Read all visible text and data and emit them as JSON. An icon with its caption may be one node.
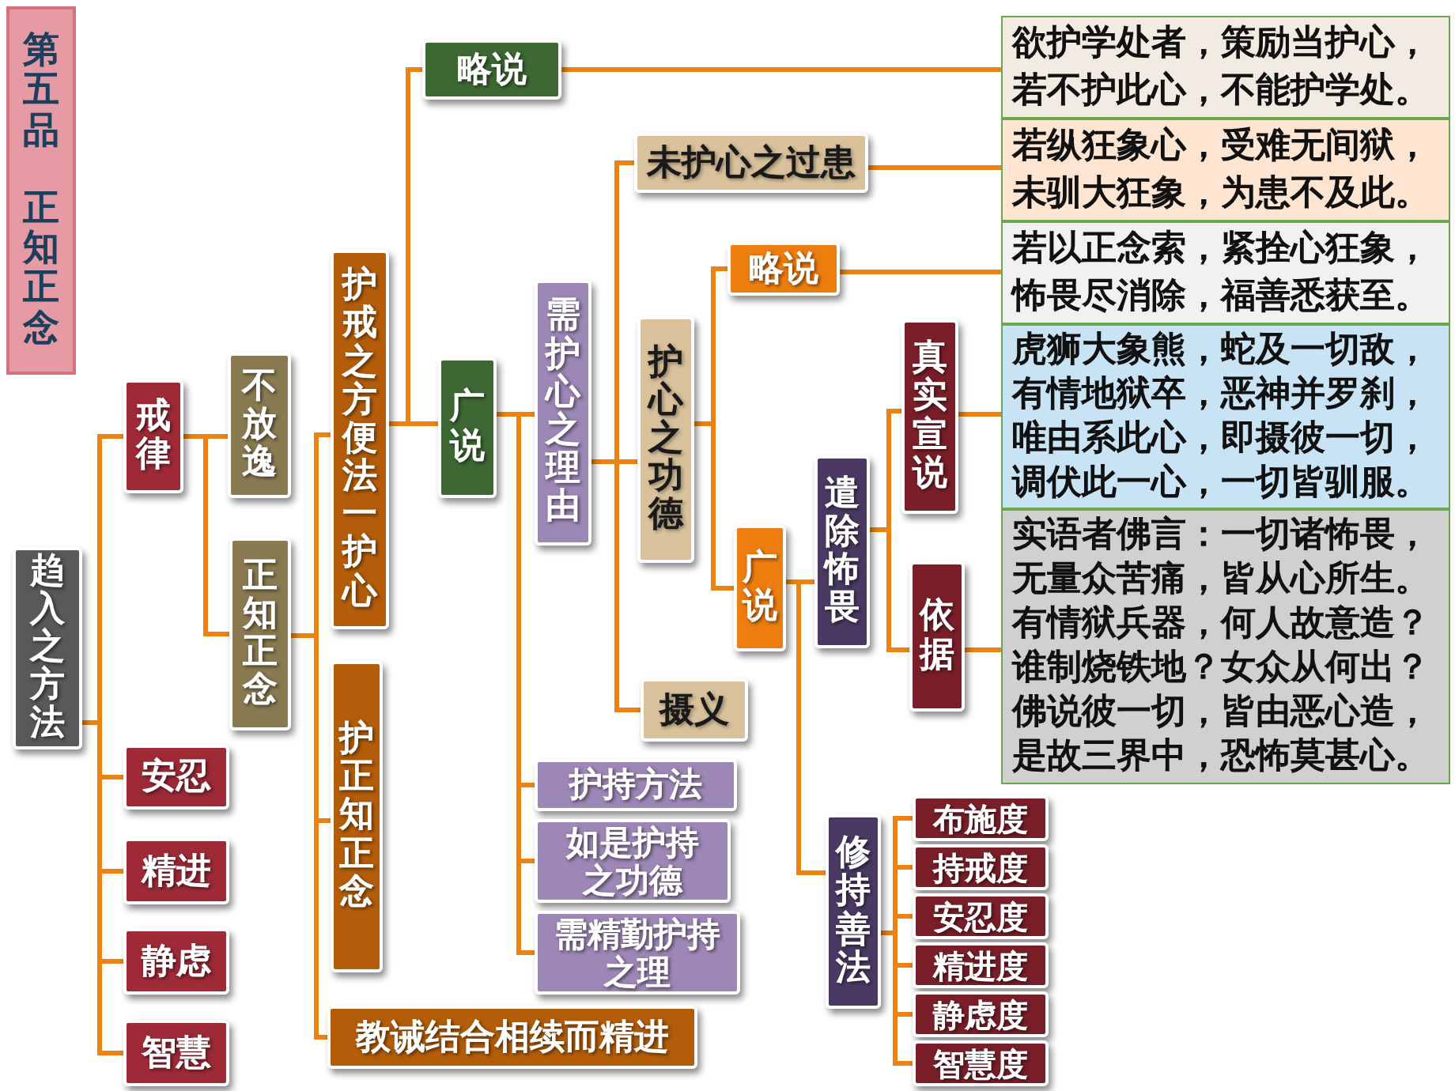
{
  "diagram": {
    "nodes": [
      {
        "text": [
          "第五品",
          "正知正念"
        ]
      },
      {
        "text": [
          "趋入之方法"
        ]
      },
      {
        "text": [
          "戒律"
        ]
      },
      {
        "text": [
          "不放逸"
        ]
      },
      {
        "text": [
          "正知正念"
        ]
      },
      {
        "text": [
          "护戒之方便法一护心"
        ]
      },
      {
        "text": [
          "略说"
        ]
      },
      {
        "text": [
          "欲护学处者，策励当护心，若不护此心，不能护学处。"
        ]
      },
      {
        "text": [
          "广说"
        ]
      },
      {
        "text": [
          "需护心之理由"
        ]
      },
      {
        "text": [
          "未护心之过患"
        ]
      },
      {
        "text": [
          "若纵狂象心，受难无间狱，未驯大狂象，为患不及此。"
        ]
      },
      {
        "text": [
          "护心之功德"
        ]
      },
      {
        "text": [
          "略说"
        ]
      },
      {
        "text": [
          "若以正念索，紧拴心狂象，怖畏尽消除，福善悉获至。"
        ]
      },
      {
        "text": [
          "广说"
        ]
      },
      {
        "text": [
          "遣除怖畏"
        ]
      },
      {
        "text": [
          "真实宣说"
        ]
      },
      {
        "text": [
          "虎狮大象熊，蛇及一切敌，有情地狱卒，恶神并罗刹，唯由系此心，即摄彼一切，调伏此一心，一切皆驯服。"
        ]
      },
      {
        "text": [
          "依据"
        ]
      },
      {
        "text": [
          "实语者佛言：一切诸怖畏，无量众苦痛，皆从心所生。有情狱兵器，何人故意造？谁制烧铁地？女众从何出？佛说彼一切，皆由恶心造，是故三界中，恐怖莫甚心。"
        ]
      },
      {
        "text": [
          "修持善法"
        ]
      },
      {
        "text": [
          "布施度"
        ]
      },
      {
        "text": [
          "持戒度"
        ]
      },
      {
        "text": [
          "安忍度"
        ]
      },
      {
        "text": [
          "精进度"
        ]
      },
      {
        "text": [
          "静虑度"
        ]
      },
      {
        "text": [
          "智慧度"
        ]
      },
      {
        "text": [
          "摄义"
        ]
      },
      {
        "text": [
          "护持方法"
        ]
      },
      {
        "text": [
          "如是护持之功德"
        ]
      },
      {
        "text": [
          "需精勤护持之理"
        ]
      },
      {
        "text": [
          "护正知正念"
        ]
      },
      {
        "text": [
          "教诫结合相续而精进"
        ]
      },
      {
        "text": [
          "安忍"
        ]
      },
      {
        "text": [
          "精进"
        ]
      },
      {
        "text": [
          "静虑"
        ]
      },
      {
        "text": [
          "智慧"
        ]
      }
    ],
    "edges": [
      {
        "from": 1,
        "to": 2,
        "arrow": "none"
      },
      {
        "from": 2,
        "to": 3,
        "arrow": "none"
      },
      {
        "from": 2,
        "to": 4,
        "arrow": "none"
      },
      {
        "from": 4,
        "to": 5,
        "arrow": "none"
      },
      {
        "from": 5,
        "to": 6,
        "arrow": "none"
      },
      {
        "from": 6,
        "to": 7,
        "arrow": "none"
      },
      {
        "from": 5,
        "to": 8,
        "arrow": "none"
      },
      {
        "from": 8,
        "to": 9,
        "arrow": "none"
      },
      {
        "from": 9,
        "to": 10,
        "arrow": "none"
      },
      {
        "from": 10,
        "to": 11,
        "arrow": "none"
      },
      {
        "from": 9,
        "to": 12,
        "arrow": "none"
      },
      {
        "from": 12,
        "to": 13,
        "arrow": "none"
      },
      {
        "from": 13,
        "to": 14,
        "arrow": "none"
      },
      {
        "from": 12,
        "to": 15,
        "arrow": "none"
      },
      {
        "from": 15,
        "to": 16,
        "arrow": "none"
      },
      {
        "from": 16,
        "to": 17,
        "arrow": "none"
      },
      {
        "from": 17,
        "to": 18,
        "arrow": "none"
      },
      {
        "from": 16,
        "to": 19,
        "arrow": "none"
      },
      {
        "from": 19,
        "to": 20,
        "arrow": "none"
      },
      {
        "from": 15,
        "to": 21,
        "arrow": "none"
      },
      {
        "from": 21,
        "to": 22,
        "arrow": "none"
      },
      {
        "from": 21,
        "to": 23,
        "arrow": "none"
      },
      {
        "from": 21,
        "to": 24,
        "arrow": "none"
      },
      {
        "from": 21,
        "to": 25,
        "arrow": "none"
      },
      {
        "from": 21,
        "to": 26,
        "arrow": "none"
      },
      {
        "from": 21,
        "to": 27,
        "arrow": "none"
      },
      {
        "from": 9,
        "to": 28,
        "arrow": "none"
      },
      {
        "from": 8,
        "to": 29,
        "arrow": "none"
      },
      {
        "from": 8,
        "to": 30,
        "arrow": "none"
      },
      {
        "from": 8,
        "to": 31,
        "arrow": "none"
      },
      {
        "from": 4,
        "to": 32,
        "arrow": "none"
      },
      {
        "from": 4,
        "to": 33,
        "arrow": "none"
      },
      {
        "from": 1,
        "to": 34,
        "arrow": "none"
      },
      {
        "from": 1,
        "to": 35,
        "arrow": "none"
      },
      {
        "from": 1,
        "to": 36,
        "arrow": "none"
      },
      {
        "from": 1,
        "to": 37,
        "arrow": "none"
      }
    ]
  }
}
